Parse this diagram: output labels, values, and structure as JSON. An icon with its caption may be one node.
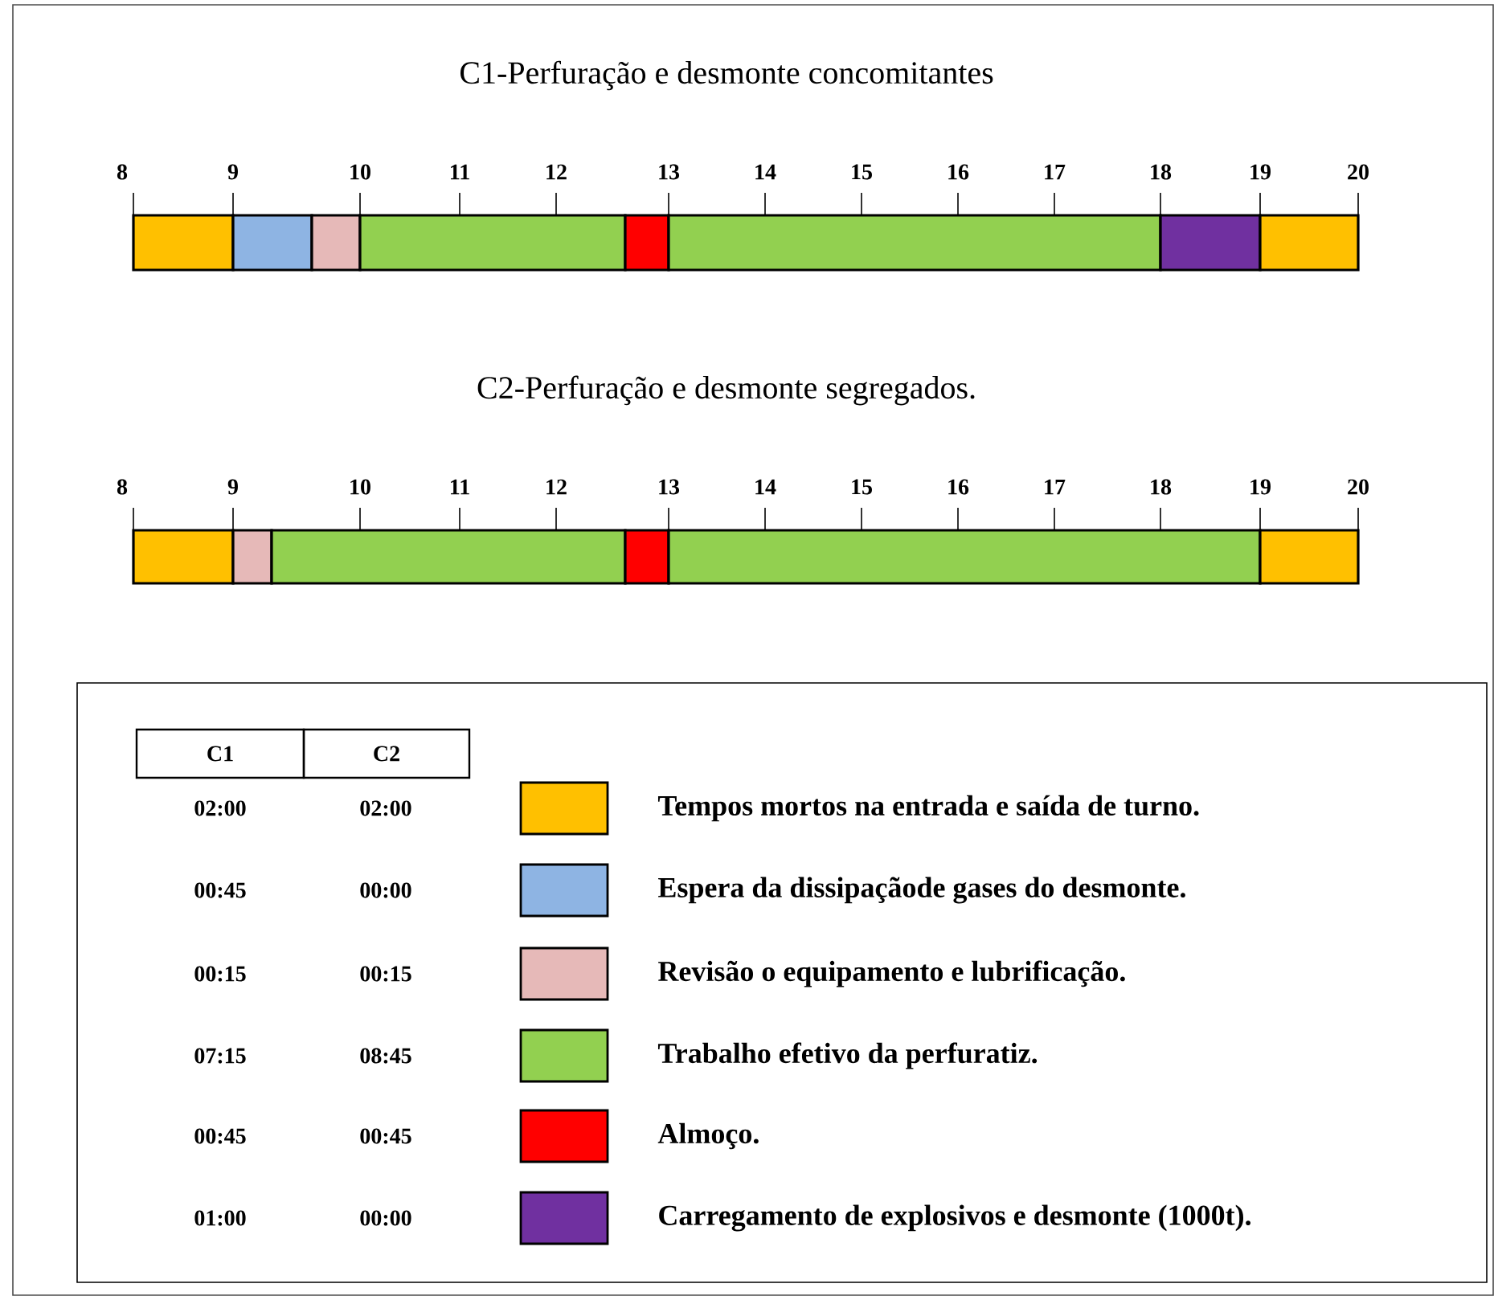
{
  "diagram": {
    "labels": [
      "C1-Perfuração e desmonte concomitantes",
      "8",
      "9",
      "10",
      "11",
      "12",
      "13",
      "14",
      "15",
      "16",
      "17",
      "18",
      "19",
      "20",
      "C2-Perfuração e desmonte segregados.",
      "8",
      "9",
      "10",
      "11",
      "12",
      "13",
      "14",
      "15",
      "16",
      "17",
      "18",
      "19",
      "20",
      "C1",
      "C2",
      "02:00",
      "02:00",
      "00:45",
      "00:00",
      "00:15",
      "00:15",
      "07:15",
      "08:45",
      "00:45",
      "00:45",
      "01:00",
      "00:00"
    ],
    "legend": [
      {
        "text": "Tempos mortos na entrada e saída de turno.",
        "color": "#ffc000"
      },
      {
        "text": "Espera da dissipaçãode  gases do desmonte.",
        "color": "#8eb4e3"
      },
      {
        "text": "Revisão o equipamento e lubrificação.",
        "color": "#e6b9b8"
      },
      {
        "text": "Trabalho efetivo da perfuratiz.",
        "color": "#92d050"
      },
      {
        "text": "Almoço.",
        "color": "#ff0000"
      },
      {
        "text": "Carregamento de explosivos e desmonte (1000t).",
        "color": "#7030a0"
      }
    ]
  }
}
